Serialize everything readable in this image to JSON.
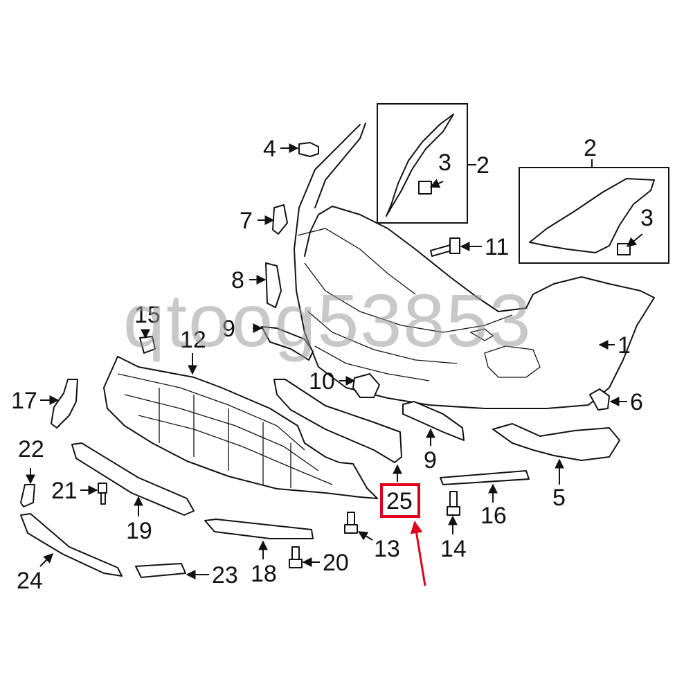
{
  "watermark": "qtoog53853",
  "highlight_color": "#e0001b",
  "callouts": {
    "c1": "1",
    "c2a": "2",
    "c2b": "2",
    "c3a": "3",
    "c3b": "3",
    "c4": "4",
    "c5": "5",
    "c6": "6",
    "c7": "7",
    "c8": "8",
    "c9a": "9",
    "c9b": "9",
    "c10": "10",
    "c11": "11",
    "c12": "12",
    "c13": "13",
    "c14": "14",
    "c15": "15",
    "c16": "16",
    "c17": "17",
    "c18": "18",
    "c19": "19",
    "c20": "20",
    "c21": "21",
    "c22": "22",
    "c23": "23",
    "c24": "24",
    "c25": "25"
  },
  "highlighted_part": "25"
}
